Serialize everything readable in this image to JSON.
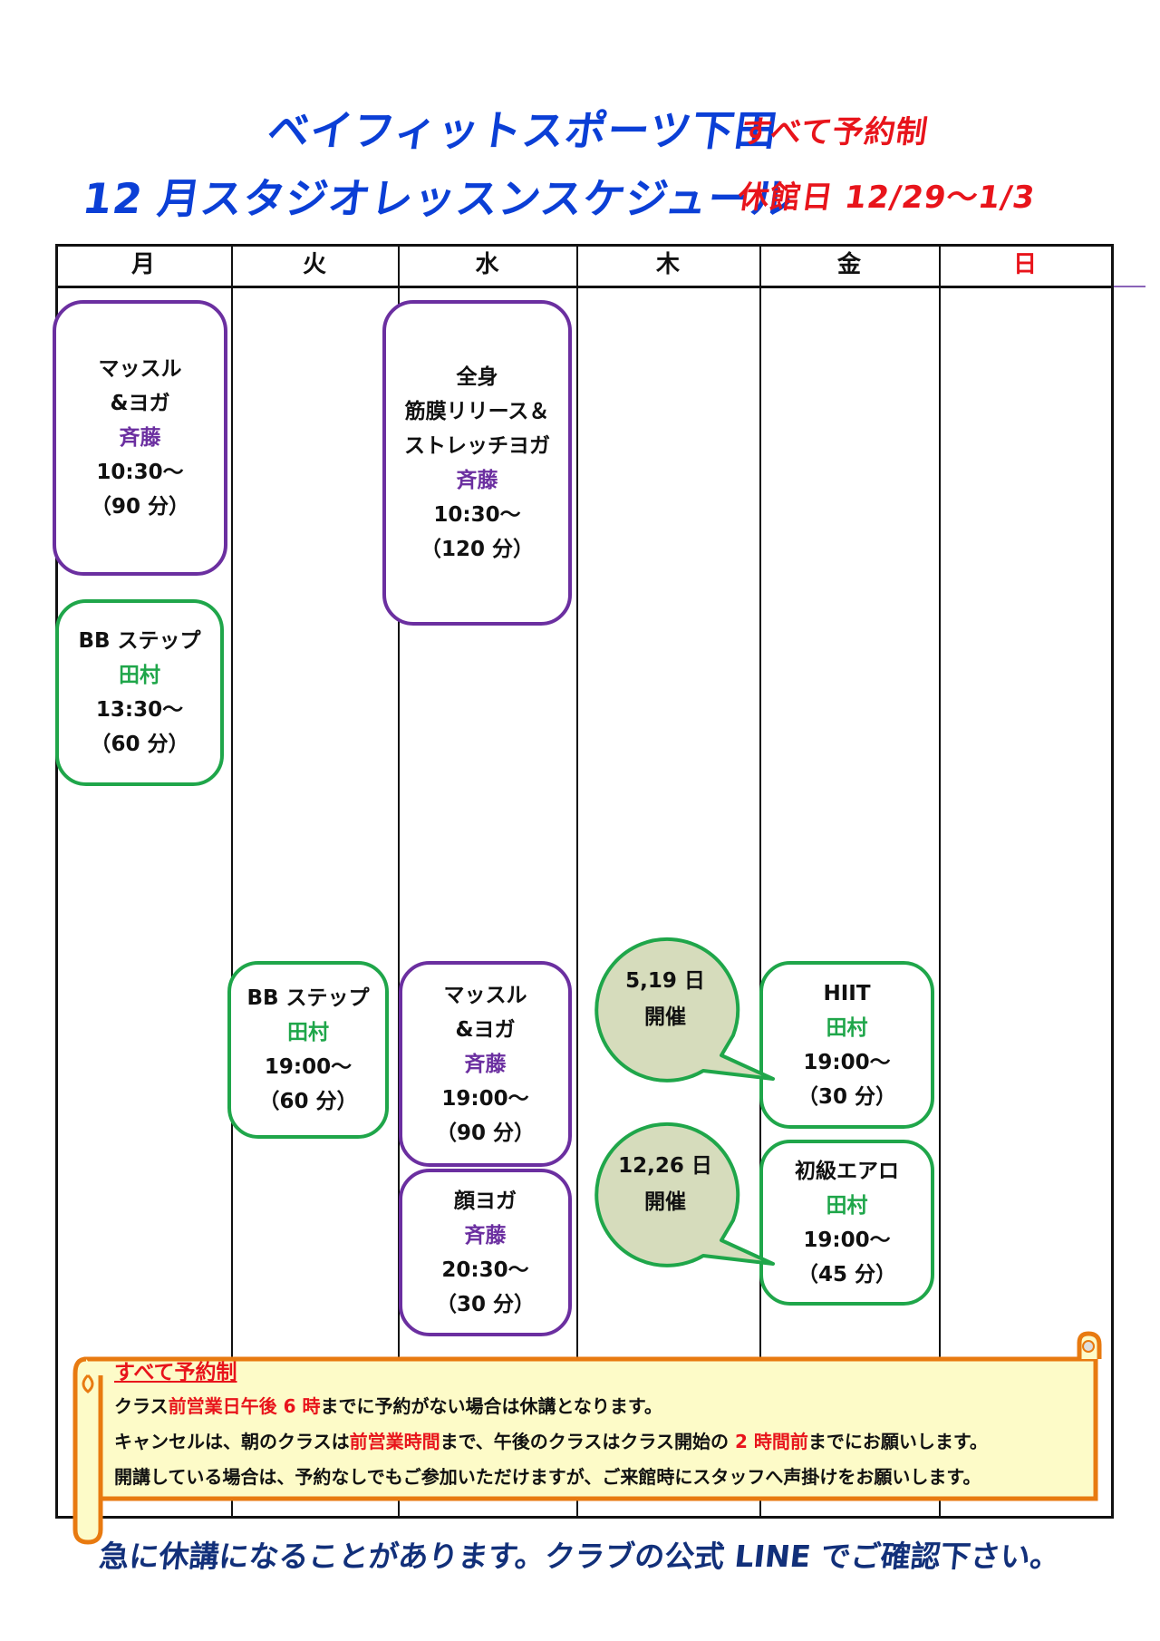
{
  "header": {
    "gym_name": "ベイフィットスポーツ下田",
    "reservation_note": "すべて予約制",
    "schedule_title": "12 月スタジオレッスンスケジュール",
    "closed_days": "休館日 12/29～1/3"
  },
  "days": [
    "月",
    "火",
    "水",
    "木",
    "金",
    "日"
  ],
  "colors": {
    "purple": "#6b2fa0",
    "green": "#1fa64a",
    "red": "#e8141b",
    "blue": "#0b3fd6",
    "bubble_fill": "#d6dcbc",
    "scroll_fill": "#fdfbc8",
    "scroll_border": "#e87a10"
  },
  "lessons": [
    {
      "id": "mon-muscle-yoga",
      "day": "月",
      "color": "purple",
      "lines": [
        {
          "text": "マッスル",
          "c": ""
        },
        {
          "text": "&ヨガ",
          "c": ""
        },
        {
          "text": "斉藤",
          "c": "purple"
        },
        {
          "text": "10:30～",
          "c": ""
        },
        {
          "text": "（90 分）",
          "c": ""
        }
      ]
    },
    {
      "id": "mon-bb-step",
      "day": "月",
      "color": "green",
      "lines": [
        {
          "text": "BB ステップ",
          "c": ""
        },
        {
          "text": "田村",
          "c": "green"
        },
        {
          "text": "13:30～",
          "c": ""
        },
        {
          "text": "（60 分）",
          "c": ""
        }
      ]
    },
    {
      "id": "wed-fullbody-stretch",
      "day": "水",
      "color": "purple",
      "lines": [
        {
          "text": "全身",
          "c": ""
        },
        {
          "text": "筋膜リリース＆",
          "c": ""
        },
        {
          "text": "ストレッチヨガ",
          "c": ""
        },
        {
          "text": "斉藤",
          "c": "purple"
        },
        {
          "text": "10:30～",
          "c": ""
        },
        {
          "text": "（120 分）",
          "c": ""
        }
      ]
    },
    {
      "id": "tue-bb-step",
      "day": "火",
      "color": "green",
      "lines": [
        {
          "text": "BB ステップ",
          "c": ""
        },
        {
          "text": "田村",
          "c": "green"
        },
        {
          "text": "19:00～",
          "c": ""
        },
        {
          "text": "（60 分）",
          "c": ""
        }
      ]
    },
    {
      "id": "wed-muscle-yoga",
      "day": "水",
      "color": "purple",
      "lines": [
        {
          "text": "マッスル",
          "c": ""
        },
        {
          "text": "&ヨガ",
          "c": ""
        },
        {
          "text": "斉藤",
          "c": "purple"
        },
        {
          "text": "19:00～",
          "c": ""
        },
        {
          "text": "（90 分）",
          "c": ""
        }
      ]
    },
    {
      "id": "wed-face-yoga",
      "day": "水",
      "color": "purple",
      "lines": [
        {
          "text": "顔ヨガ",
          "c": ""
        },
        {
          "text": "斉藤",
          "c": "purple"
        },
        {
          "text": "20:30～",
          "c": ""
        },
        {
          "text": "（30 分）",
          "c": ""
        }
      ]
    },
    {
      "id": "fri-hiit",
      "day": "金",
      "color": "green",
      "lines": [
        {
          "text": "HIIT",
          "c": ""
        },
        {
          "text": "田村",
          "c": "green"
        },
        {
          "text": "19:00～",
          "c": ""
        },
        {
          "text": "（30 分）",
          "c": ""
        }
      ]
    },
    {
      "id": "fri-beginner-aero",
      "day": "金",
      "color": "green",
      "lines": [
        {
          "text": "初級エアロ",
          "c": ""
        },
        {
          "text": "田村",
          "c": "green"
        },
        {
          "text": "19:00～",
          "c": ""
        },
        {
          "text": "（45 分）",
          "c": ""
        }
      ]
    }
  ],
  "callouts": [
    {
      "dates": "5,19 日",
      "label": "開催"
    },
    {
      "dates": "12,26 日",
      "label": "開催"
    }
  ],
  "notice": {
    "heading": "すべて予約制",
    "line1": [
      {
        "text": "クラス",
        "red": false
      },
      {
        "text": "前営業日午後 6 時",
        "red": true
      },
      {
        "text": "までに予約がない場合は休講となります。",
        "red": false
      }
    ],
    "line2": [
      {
        "text": "キャンセルは、朝のクラスは",
        "red": false
      },
      {
        "text": "前営業時間",
        "red": true
      },
      {
        "text": "まで、午後のクラスはクラス開始の ",
        "red": false
      },
      {
        "text": "2 時間前",
        "red": true
      },
      {
        "text": "までにお願いします。",
        "red": false
      }
    ],
    "line3": [
      {
        "text": "開講している場合は、予約なしでもご参加いただけますが、ご来館時にスタッフへ声掛けをお願いします。",
        "red": false
      }
    ]
  },
  "footer": "急に休講になることがあります。クラブの公式 LINE でご確認下さい。"
}
